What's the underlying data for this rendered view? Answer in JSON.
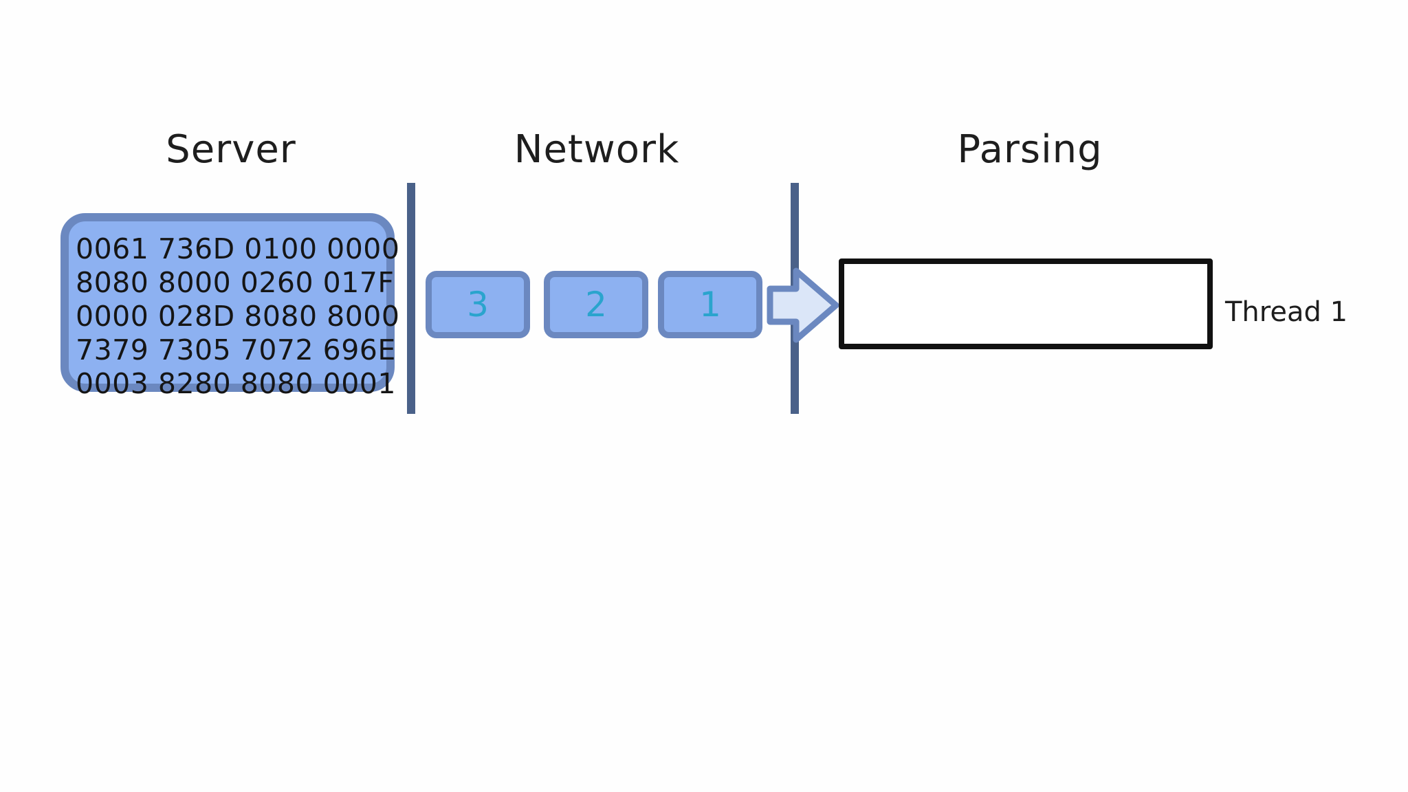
{
  "headings": {
    "server": "Server",
    "network": "Network",
    "parsing": "Parsing"
  },
  "server_data": {
    "lines": [
      "0061 736D 0100 0000",
      "8080 8000 0260 017F",
      "0000 028D 8080 8000",
      "7379 7305 7072 696E",
      "0003 8280 8080 0001"
    ]
  },
  "network": {
    "packets": [
      "3",
      "2",
      "1"
    ]
  },
  "parsing": {
    "thread_label": "Thread 1"
  },
  "colors": {
    "block_fill": "#8db1f1",
    "block_border": "#6b88c0",
    "divider": "#4a6189",
    "packet_text": "#2aa4cd",
    "arrow_fill": "#dbe6f8"
  }
}
